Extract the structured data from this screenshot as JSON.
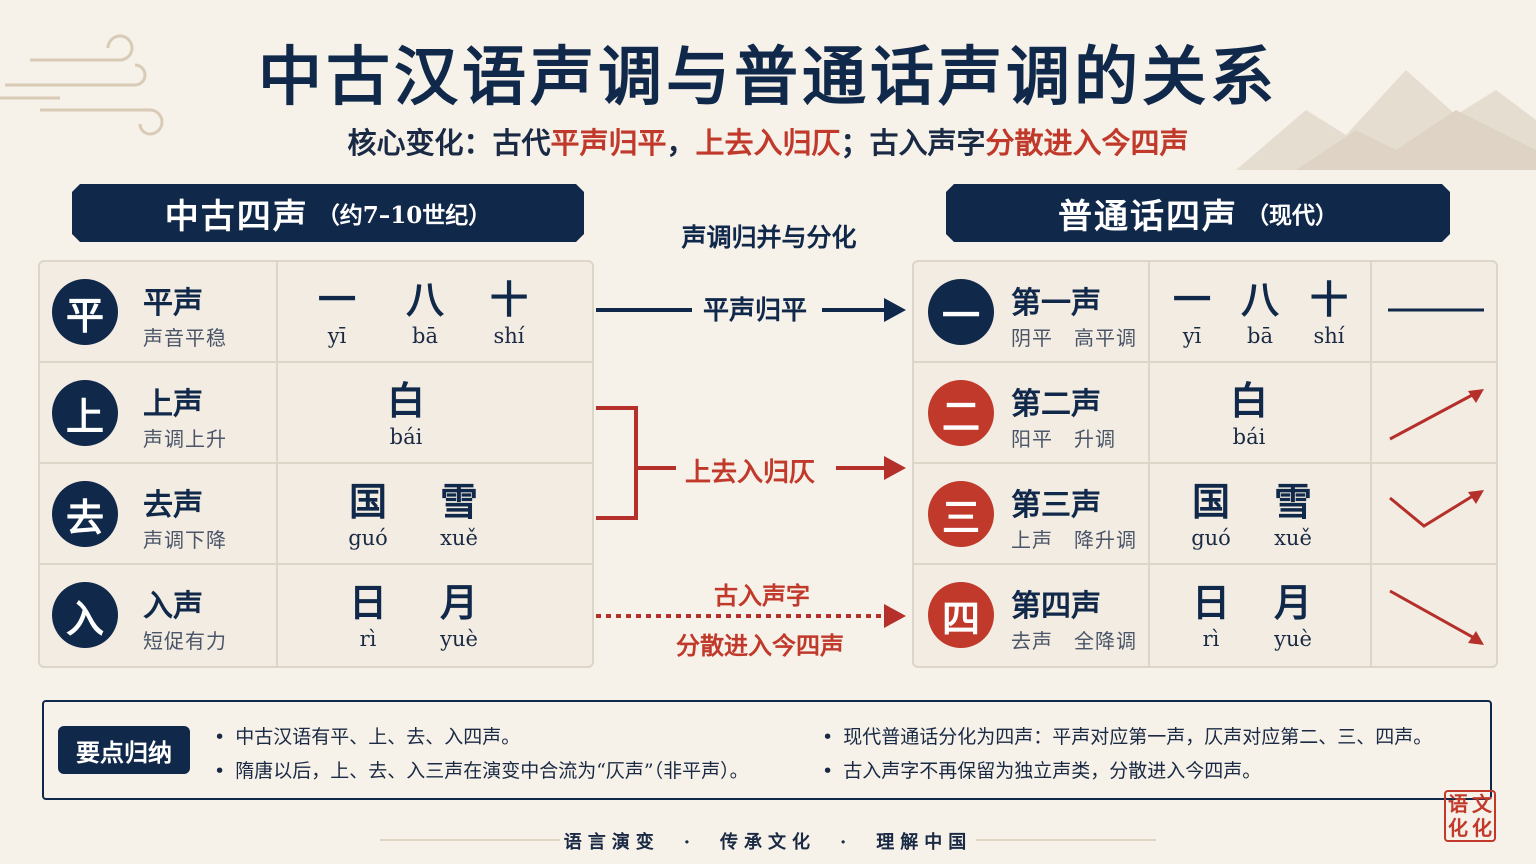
{
  "title": "中古汉语声调与普通话声调的关系",
  "subtitle": {
    "prefix": "核心变化：古代",
    "red1": "平声归平",
    "mid1": "，",
    "red2": "上去入归仄",
    "mid2": "；古入声字",
    "red3": "分散进入今四声"
  },
  "left_banner": {
    "main": "中古四声",
    "sub": "（约7–10世纪）"
  },
  "right_banner": {
    "main": "普通话四声",
    "sub": "（现代）"
  },
  "middle": {
    "heading": "声调归并与分化",
    "ping_label": "平声归平",
    "ze_label": "上去入归仄",
    "ru_label_1": "古入声字",
    "ru_label_2": "分散进入今四声"
  },
  "ancient_tones": [
    {
      "circle": "平",
      "name": "平声",
      "desc": "声音平稳",
      "examples": [
        {
          "ch": "一",
          "py": "yī"
        },
        {
          "ch": "八",
          "py": "bā"
        },
        {
          "ch": "十",
          "py": "shí"
        }
      ]
    },
    {
      "circle": "上",
      "name": "上声",
      "desc": "声调上升",
      "examples": [
        {
          "ch": "白",
          "py": "bái"
        }
      ]
    },
    {
      "circle": "去",
      "name": "去声",
      "desc": "声调下降",
      "examples": [
        {
          "ch": "国",
          "py": "guó"
        },
        {
          "ch": "雪",
          "py": "xuě"
        }
      ]
    },
    {
      "circle": "入",
      "name": "入声",
      "desc": "短促有力",
      "examples": [
        {
          "ch": "日",
          "py": "rì"
        },
        {
          "ch": "月",
          "py": "yuè"
        }
      ]
    }
  ],
  "modern_tones": [
    {
      "circle": "一",
      "name": "第一声",
      "desc": "阴平　高平调",
      "examples": [
        {
          "ch": "一",
          "py": "yī"
        },
        {
          "ch": "八",
          "py": "bā"
        },
        {
          "ch": "十",
          "py": "shí"
        }
      ],
      "contour": "level"
    },
    {
      "circle": "二",
      "name": "第二声",
      "desc": "阳平　升调",
      "examples": [
        {
          "ch": "白",
          "py": "bái"
        }
      ],
      "contour": "rising"
    },
    {
      "circle": "三",
      "name": "第三声",
      "desc": "上声　降升调",
      "examples": [
        {
          "ch": "国",
          "py": "guó"
        },
        {
          "ch": "雪",
          "py": "xuě"
        }
      ],
      "contour": "dipping"
    },
    {
      "circle": "四",
      "name": "第四声",
      "desc": "去声　全降调",
      "examples": [
        {
          "ch": "日",
          "py": "rì"
        },
        {
          "ch": "月",
          "py": "yuè"
        }
      ],
      "contour": "falling"
    }
  ],
  "summary": {
    "badge": "要点归纳",
    "left": [
      "中古汉语有平、上、去、入四声。",
      "隋唐以后，上、去、入三声在演变中合流为“仄声”（非平声）。"
    ],
    "right": [
      "现代普通话分化为四声：平声对应第一声，仄声对应第二、三、四声。",
      "古入声字不再保留为独立声类，分散进入今四声。"
    ]
  },
  "footer": "语言演变　·　传承文化　·　理解中国",
  "seal": [
    "语",
    "文",
    "化",
    "化"
  ],
  "colors": {
    "navy": "#10284a",
    "red": "#c0392b",
    "background": "#f6f1e9"
  }
}
